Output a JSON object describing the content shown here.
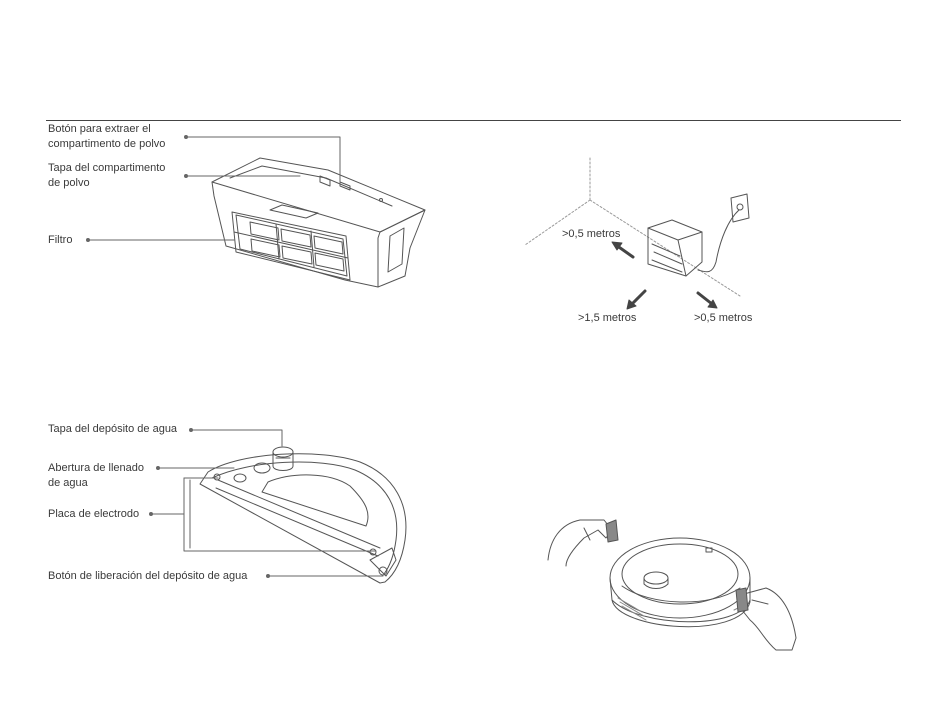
{
  "dustbin": {
    "labels": [
      "Botón para extraer el",
      "compartimento de polvo",
      "Tapa del compartimento",
      "de polvo",
      "Filtro"
    ]
  },
  "placement": {
    "distance_left": ">0,5 metros",
    "distance_front": ">1,5 metros",
    "distance_right": ">0,5 metros"
  },
  "water_tank": {
    "labels": [
      "Tapa del depósito de agua",
      "Abertura de llenado",
      "de agua",
      "Placa de electrodo",
      "Botón de liberación del depósito de agua"
    ]
  }
}
